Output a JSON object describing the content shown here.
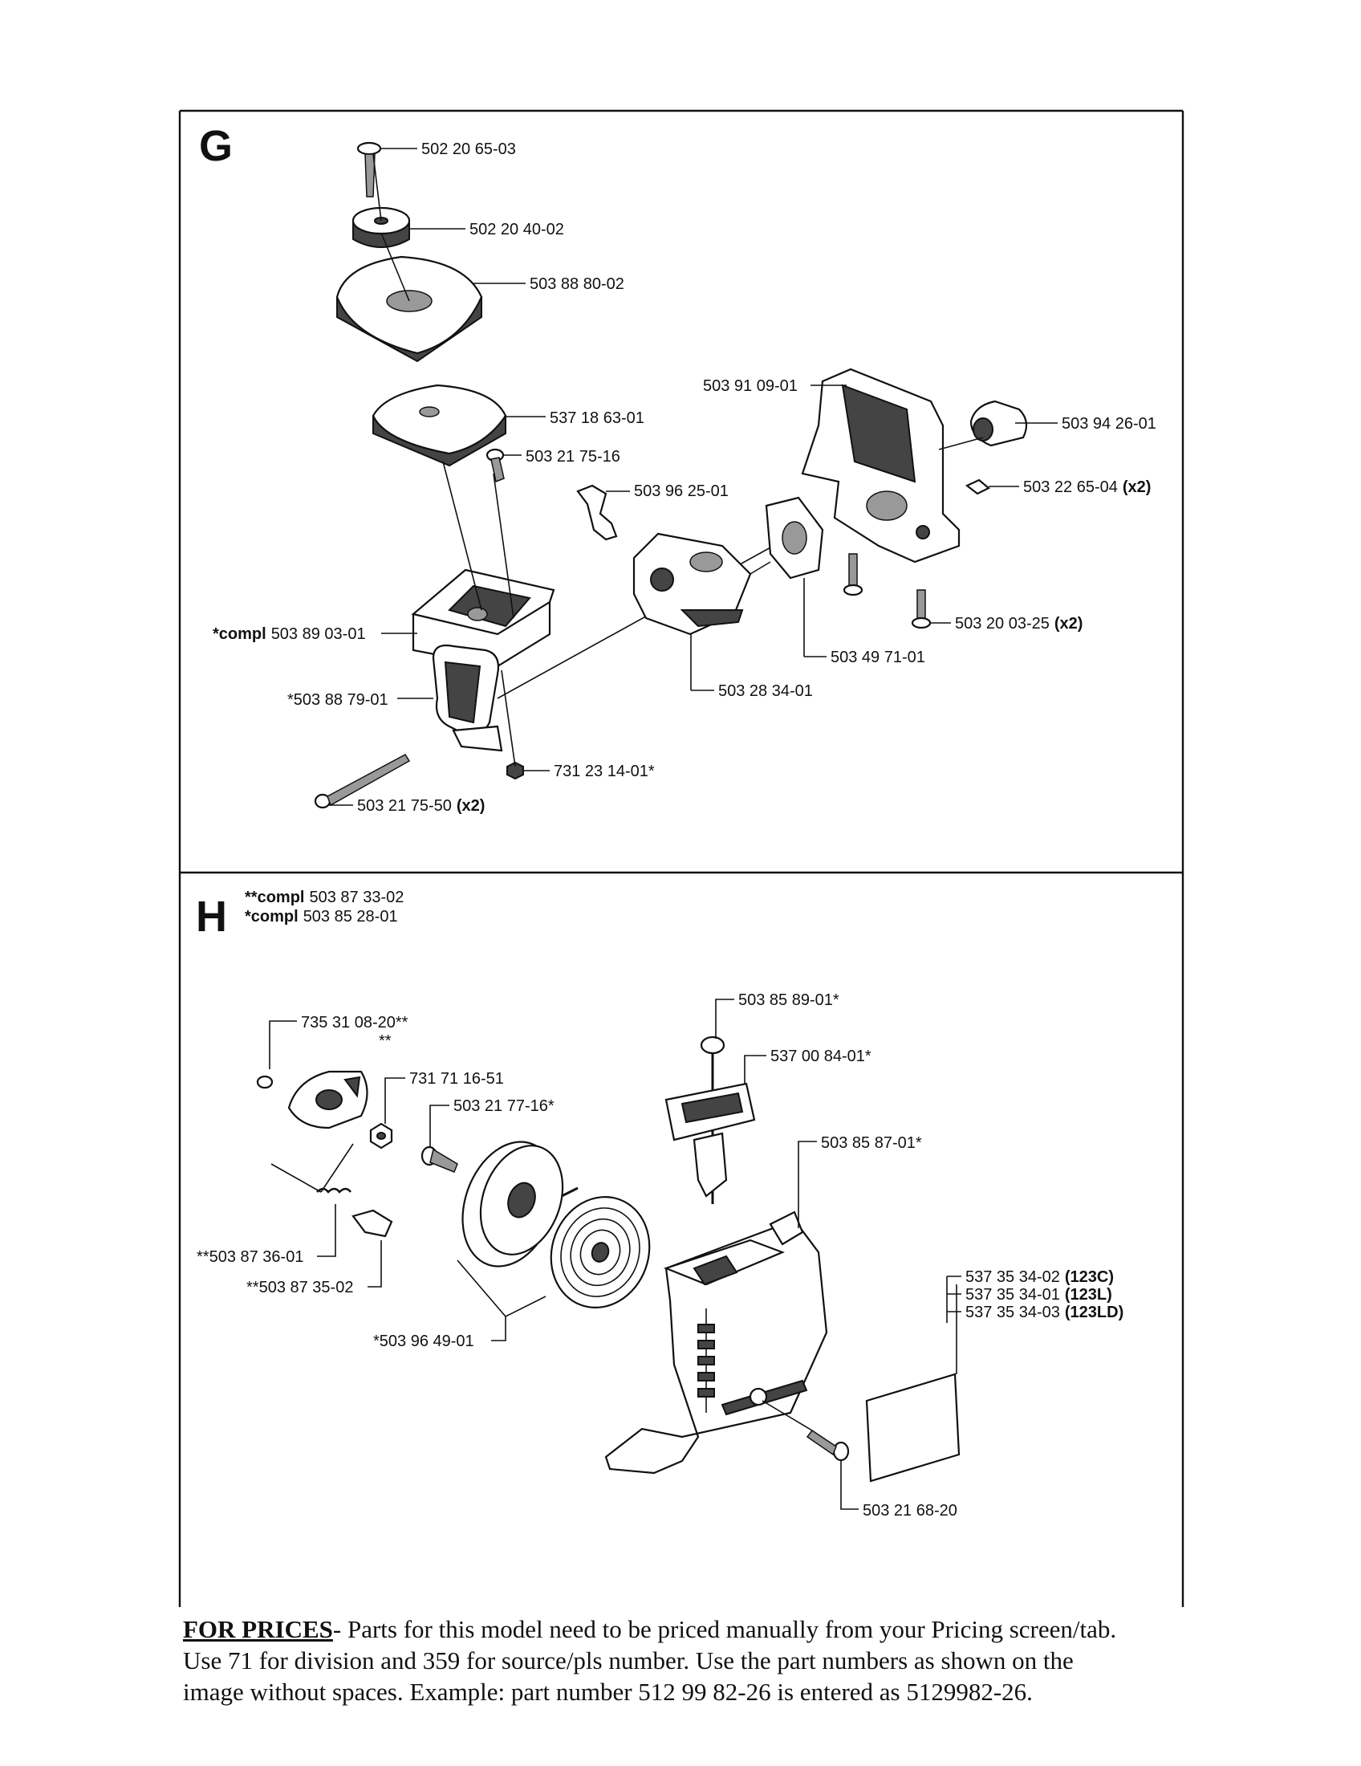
{
  "sections": {
    "g": {
      "letter": "G"
    },
    "h": {
      "letter": "H",
      "note1_prefix": "**compl",
      "note1_value": "503 87 33-02",
      "note2_prefix": "*compl",
      "note2_value": "503 85 28-01"
    }
  },
  "g_labels": {
    "p1": "502 20 65-03",
    "p2": "502 20 40-02",
    "p3": "503 88 80-02",
    "p4": "537 18 63-01",
    "p5": "503 21 75-16",
    "p6": "503 96 25-01",
    "p7": "503 91 09-01",
    "p8": "503 94 26-01",
    "p9": "503 22 65-04",
    "p9q": "(x2)",
    "p10_prefix": "*compl",
    "p10": "503 89 03-01",
    "p11": "*503 88 79-01",
    "p12": "731 23 14-01*",
    "p13": "503 21 75-50",
    "p13q": "(x2)",
    "p14": "503 28 34-01",
    "p15": "503 49 71-01",
    "p16": "503 20 03-25",
    "p16q": "(x2)"
  },
  "h_labels": {
    "p1": "735 31 08-20**",
    "p1b": "**",
    "p2": "731 71 16-51",
    "p3": "503 21 77-16*",
    "p4": "503 85 89-01*",
    "p5": "537 00 84-01*",
    "p6": "503 85 87-01*",
    "p7": "**503 87 36-01",
    "p8": "**503 87 35-02",
    "p9": "*503 96 49-01",
    "p10": "537 35 34-02",
    "p10m": "(123C)",
    "p11": "537 35 34-01",
    "p11m": "(123L)",
    "p12": "537 35 34-03",
    "p12m": "(123LD)",
    "p13": "503 21 68-20"
  },
  "footer": {
    "for_prices": "FOR PRICES",
    "line1": "- Parts for this model need to be priced manually from your Pricing screen/tab.",
    "line2": "Use 71 for division and 359 for source/pls number.  Use the part numbers as shown on the",
    "line3": "image without spaces.  Example: part number 512 99 82-26 is entered as 5129982-26."
  }
}
